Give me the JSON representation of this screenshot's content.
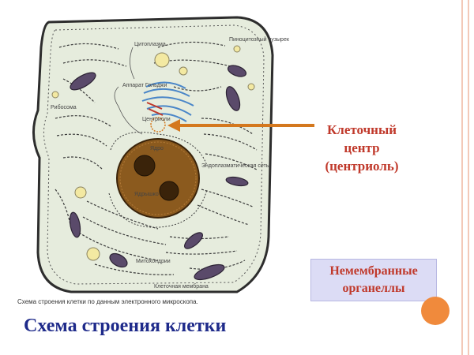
{
  "cell_labels": {
    "cytoplasm": "Цитоплазма",
    "pinocytic_vesicle": "Пиноцитозный пузырек",
    "golgi": "Аппарат Гольджи",
    "ribosome": "Рибосома",
    "centrioles": "Центриоли",
    "nucleus": "Ядро",
    "nucleolus": "Ядрышко",
    "er": "Эндоплазматическая сеть",
    "mitochondria": "Митохондрии",
    "cell_membrane": "Клеточная мембрана"
  },
  "callout": {
    "line1": "Клеточный",
    "line2": "центр",
    "line3": "(центриоль)"
  },
  "nonmembrane": {
    "line1": "Немембранные",
    "line2": "органеллы"
  },
  "caption": "Схема строения клетки по данным электронного микроскопа.",
  "title": "Схема строения клетки",
  "colors": {
    "title": "#1e2a8a",
    "callout": "#c0392b",
    "arrow": "#d4781e",
    "box": "#dcdcf5",
    "accent_circle": "#f08a3c",
    "nucleus": "#8b5a1e"
  }
}
